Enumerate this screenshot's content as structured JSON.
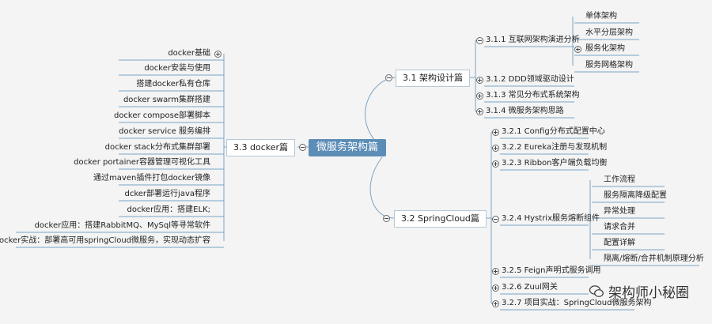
{
  "root": {
    "label": "微服务架构篇"
  },
  "branches": {
    "arch": {
      "label": "3.1 架构设计篇",
      "children": [
        {
          "label": "3.1.1 互联网架构演进分析",
          "children": [
            "单体架构",
            "水平分层架构",
            "服务化架构",
            "服务网格架构"
          ]
        },
        {
          "label": "3.1.2 DDD领域驱动设计"
        },
        {
          "label": "3.1.3 常见分布式系统架构"
        },
        {
          "label": "3.1.4 微服务架构思路"
        }
      ]
    },
    "spring": {
      "label": "3.2 SpringCloud篇",
      "children": [
        {
          "label": "3.2.1 Config分布式配置中心"
        },
        {
          "label": "3.2.2 Eureka注册与发现机制"
        },
        {
          "label": "3.2.3 Ribbon客户端负载均衡"
        },
        {
          "label": "3.2.4 Hystrix服务熔断组件",
          "children": [
            "工作流程",
            "服务隔离降级配置",
            "异常处理",
            "请求合并",
            "配置详解",
            "隔离/熔断/合并机制原理分析"
          ]
        },
        {
          "label": "3.2.5 Feign声明式服务调用"
        },
        {
          "label": "3.2.6 Zuul网关"
        },
        {
          "label": "3.2.7 项目实战：SpringCloud微服务架构"
        }
      ]
    },
    "docker": {
      "label": "3.3 docker篇",
      "children": [
        "docker基础",
        "docker安装与使用",
        "搭建docker私有仓库",
        "docker swarm集群搭建",
        "docker compose部署脚本",
        "docker service 服务编排",
        "docker stack分布式集群部署",
        "docker portainer容器管理可视化工具",
        "通过maven插件打包docker镜像",
        "dcker部署运行java程序",
        "docker应用：搭建ELK;",
        "docker应用：搭建RabbitMQ、MySql等寻常软件",
        "docker实战：部署高可用springCloud微服务，实现动态扩容"
      ]
    }
  },
  "watermark": {
    "text": "架构师小秘圈",
    "icon": "wechat-icon"
  }
}
